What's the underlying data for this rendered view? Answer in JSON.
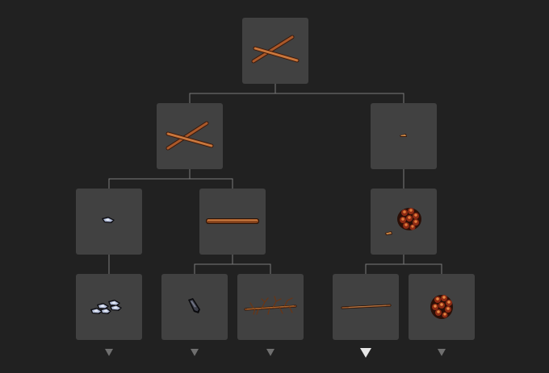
{
  "tree": {
    "nodes": [
      {
        "id": "root",
        "icon": "crossed-twigs-icon"
      },
      {
        "id": "l1a",
        "icon": "crossed-twigs-icon"
      },
      {
        "id": "l1b",
        "icon": "small-splinter-icon"
      },
      {
        "id": "l2a",
        "icon": "flint-chip-icon"
      },
      {
        "id": "l2b",
        "icon": "wooden-plank-icon"
      },
      {
        "id": "l2c",
        "icon": "pinecone-with-splinter-icon"
      },
      {
        "id": "l3a",
        "icon": "flint-pile-icon"
      },
      {
        "id": "l3b",
        "icon": "flint-shard-icon"
      },
      {
        "id": "l3c",
        "icon": "thorny-branch-icon"
      },
      {
        "id": "l3d",
        "icon": "long-twig-icon"
      },
      {
        "id": "l3e",
        "icon": "pinecone-icon"
      }
    ],
    "expanders": [
      {
        "id": "l3a",
        "state": "collapsed"
      },
      {
        "id": "l3b",
        "state": "collapsed"
      },
      {
        "id": "l3c",
        "state": "collapsed"
      },
      {
        "id": "l3d",
        "state": "selected"
      },
      {
        "id": "l3e",
        "state": "collapsed"
      }
    ],
    "colors": {
      "background": "#212121",
      "node": "#414141",
      "connector": "#7a7a7a",
      "expander": "#6f6f6f",
      "expander_active": "#e6e6e6"
    }
  }
}
